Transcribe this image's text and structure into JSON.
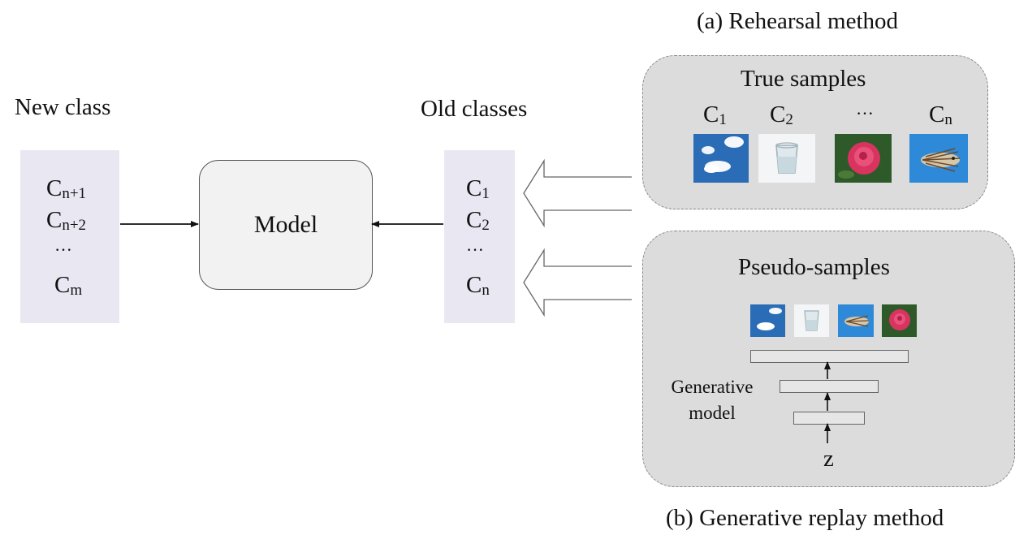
{
  "title_a": "(a) Rehearsal method",
  "title_b": "(b) Generative replay method",
  "new_class": {
    "heading": "New class",
    "items": [
      {
        "base": "C",
        "sub": "n+1"
      },
      {
        "base": "C",
        "sub": "n+2"
      },
      {
        "base": "···",
        "sub": ""
      },
      {
        "base": "C",
        "sub": "m"
      }
    ]
  },
  "model_label": "Model",
  "old_classes": {
    "heading": "Old classes",
    "items": [
      {
        "base": "C",
        "sub": "1"
      },
      {
        "base": "C",
        "sub": "2"
      },
      {
        "base": "···",
        "sub": ""
      },
      {
        "base": "C",
        "sub": "n"
      }
    ]
  },
  "true_samples": {
    "heading": "True samples",
    "labels": [
      {
        "base": "C",
        "sub": "1"
      },
      {
        "base": "C",
        "sub": "2"
      },
      {
        "base": "···",
        "sub": ""
      },
      {
        "base": "C",
        "sub": "n"
      }
    ],
    "images": [
      "sky-clouds",
      "water-glass",
      "pink-rose",
      "lionfish"
    ]
  },
  "pseudo_samples": {
    "heading": "Pseudo-samples",
    "images": [
      "sky-clouds",
      "water-glass",
      "lionfish",
      "pink-rose"
    ],
    "generator_label_line1": "Generative",
    "generator_label_line2": "model",
    "latent_label": "z"
  },
  "colors": {
    "class_column": "#e9e7f2",
    "panel": "#dcdcdc",
    "model_box": "#f2f2f2"
  }
}
